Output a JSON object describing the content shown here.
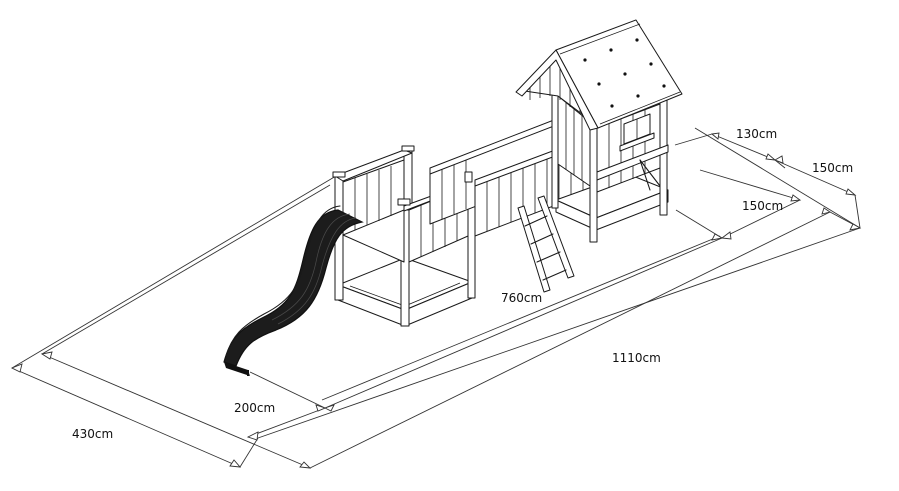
{
  "diagram": {
    "subject": "wooden playground set with slide, bridge, ladder and roofed tower",
    "dimension_labels": {
      "d130": "130cm",
      "d150_right": "150cm",
      "d150_inner": "150cm",
      "d760": "760cm",
      "d1110": "1110cm",
      "d200": "200cm",
      "d430": "430cm"
    }
  }
}
